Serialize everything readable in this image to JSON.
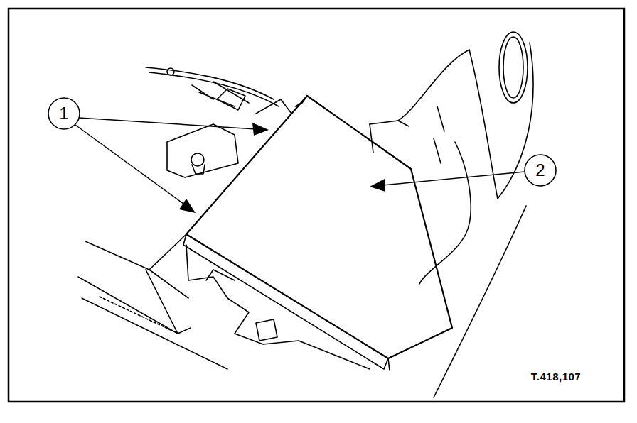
{
  "diagram": {
    "labels": [
      "1",
      "2",
      "T.418,107"
    ]
  }
}
